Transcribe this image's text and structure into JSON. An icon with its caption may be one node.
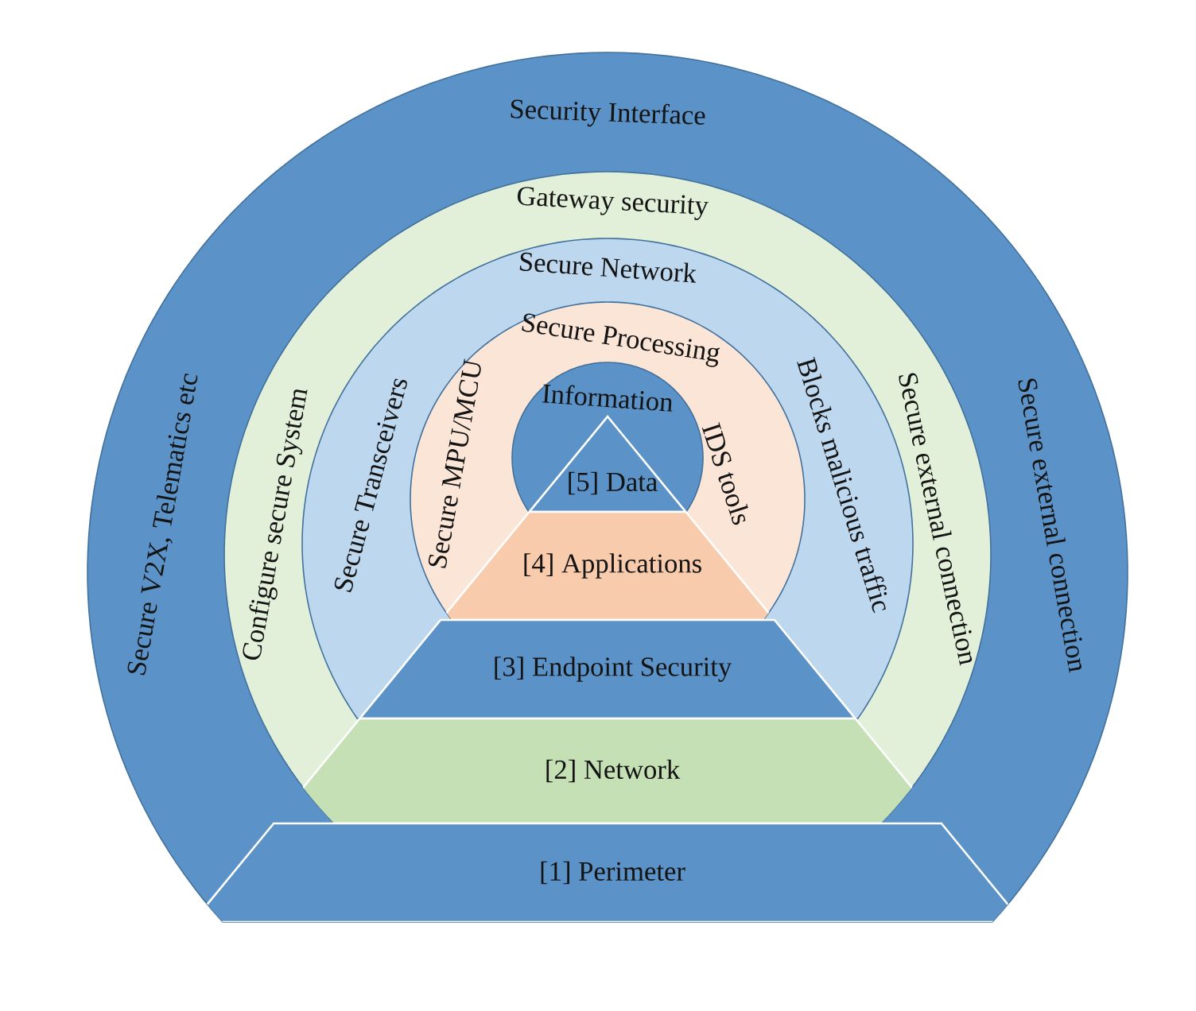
{
  "diagram": {
    "nodes": [
      {
        "text": [
          "Security Interface",
          "Secure V2X, Telematics etc",
          "Secure external connection"
        ]
      },
      {
        "text": [
          "Gateway security",
          "Configure secure System",
          "Secure external connection"
        ],
        "in": 0
      },
      {
        "text": [
          "Secure Network",
          "Secure Transceivers",
          "Blocks malicious traffic"
        ],
        "in": 1
      },
      {
        "text": [
          "Secure Processing",
          "Secure MPU/MCU",
          "IDS tools"
        ],
        "in": 2
      },
      {
        "text": [
          "Information"
        ],
        "in": 3
      },
      {
        "text": [
          "[5] Data"
        ],
        "in": 4
      },
      {
        "text": [
          "[4] Applications"
        ],
        "in": 3
      },
      {
        "text": [
          "[3] Endpoint Security"
        ],
        "in": 2
      },
      {
        "text": [
          "[2] Network"
        ],
        "in": 1
      },
      {
        "text": [
          "[1] Perimeter"
        ],
        "in": 0
      }
    ]
  }
}
